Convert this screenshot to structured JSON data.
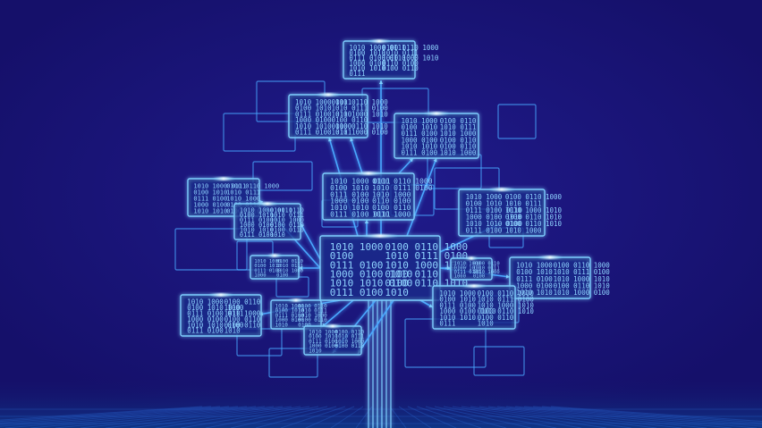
{
  "scene": {
    "subject": "binary-data-tree",
    "colors": {
      "background": "#15106a",
      "background_glow": "#1b1680",
      "line": "#4aa8ff",
      "line_bright": "#7fd0ff",
      "text": "#8fd4ff",
      "panel_fill": "#1a2a8a",
      "floor": "#0c2a6e"
    }
  },
  "panels": {
    "center": {
      "left": [
        "1010 1000",
        "0100",
        "0111 0100",
        "1000 0100 1010",
        "1010 1010 0100",
        "0111 0100"
      ],
      "right": [
        "0100 0110 1000",
        "1010 0111 0100",
        "1010 1000 1010",
        "0100 0110",
        "0100 0110 1010",
        "1010"
      ]
    },
    "top": {
      "left": [
        "1010 1000 0111",
        "0100 1010",
        "0111 0100 0110",
        "1000 0100",
        "1010 1010",
        "0111"
      ],
      "right": [
        "0100 0110 1000",
        "1010 0111",
        "1010 1000 1010",
        "0110 0100",
        "0100 0110",
        ""
      ]
    },
    "upper_left": {
      "left": [
        "1010 1000 0111",
        "0100 1010",
        "0111 0100 0110",
        "1000 0100",
        "1010 1010 0100",
        "0111 0100 0111"
      ],
      "right": [
        "0100 0110 1000",
        "1010 0111 0100",
        "1010 1000 1010",
        "0100 0110",
        "0100 0110 1010",
        "1010 1000 0100"
      ]
    },
    "upper_right": {
      "left": [
        "1010 1000",
        "0100 1010",
        "0111 0100",
        "1000 0100",
        "1010 1010",
        "0111 0100"
      ],
      "right": [
        "0100 0110",
        "1010 0111",
        "1010 1000",
        "0100 0110",
        "0100 0110",
        "1010 1000"
      ]
    },
    "mid_top": {
      "left": [
        "1010 1000 0111",
        "0100 1010",
        "0111 0100",
        "1000 0100",
        "1010 1010",
        "0111 0100 0111"
      ],
      "right": [
        "0100 0110 1000",
        "1010 0111 0100",
        "1010 1000",
        "0110 0100",
        "0100 0110",
        "1010 1000"
      ]
    },
    "left": {
      "left": [
        "1010 1000 0111",
        "0100 1010",
        "0111 0100",
        "1000 0100",
        "1010 1010"
      ],
      "right": [
        "0100 0110 1000",
        "1010 0111",
        "1010 1000",
        "0100 0110",
        "0100 0110"
      ]
    },
    "left_mid": {
      "left": [
        "1010 1000 0111",
        "0100 1010",
        "0111 0100",
        "1000 0100",
        "1010 1010",
        "0111 0100"
      ],
      "right": [
        "0100 0110",
        "1010 0111",
        "1010 1000",
        "0100 0110",
        "0100 0110",
        "1010"
      ]
    },
    "right_mid": {
      "left": [
        "1010 1000",
        "0100 1010",
        "0111 0100 0110",
        "1000 0100 1010",
        "1010 1010 0100",
        "0111 0100"
      ],
      "right": [
        "0100 0110 1000",
        "1010 0111",
        "1010 1000 1010",
        "0100 0110 1010",
        "0100 0110 1010",
        "1010 1000"
      ]
    },
    "far_right": {
      "left": [
        "1010 1000",
        "0100 1010",
        "0111 0100",
        "1000 0100",
        "1010 1010"
      ],
      "right": [
        "0100 0110 1000",
        "1010 0111 0100",
        "1010 1000 1010",
        "0100 0110 1010",
        "1010 1000 0100"
      ]
    },
    "lower_left": {
      "left": [
        "1010 1000",
        "0100 1010 1000",
        "0111 0100 0111",
        "1000 0100",
        "1010 1010 0100",
        "0111 0100"
      ],
      "right": [
        "0100 0110",
        "1010",
        "1010 1000",
        "0100 0110",
        "0100 0110",
        "1010"
      ]
    },
    "lower_right": {
      "left": [
        "1010 1000",
        "0100 1010",
        "0111 0100",
        "1000 0100 1010",
        "1010 1010",
        "0111"
      ],
      "right": [
        "0100 0110 1000",
        "1010 0111 0100",
        "1010 1000 1010",
        "0100 0110 1010",
        "0100 0110",
        "1010"
      ]
    },
    "small_left": {
      "left": [
        "1010 1000",
        "0100 1010",
        "0111 0100",
        "1000"
      ],
      "right": [
        "0100 0110",
        "1010 0111",
        "1010 1000",
        "0100"
      ]
    },
    "small_right": {
      "left": [
        "1010 1000",
        "0100 1010",
        "0111 0100",
        "1000"
      ],
      "right": [
        "0100 0110",
        "1010 0111",
        "1010 1000",
        "0100"
      ]
    },
    "bottom_left": {
      "left": [
        "1010 1000",
        "0100 1010",
        "0111 0100",
        "1000 0100",
        "1010"
      ],
      "right": [
        "0100 0110",
        "1010 0111",
        "1010 1000",
        "0100 0110",
        "0100"
      ]
    },
    "bottom_mid": {
      "left": [
        "1010 1000",
        "0100 1010",
        "0111 0100",
        "1000 0100",
        "1010"
      ],
      "right": [
        "0100 0110",
        "1010 0111",
        "1010 1000",
        "0100 0110",
        ""
      ]
    }
  }
}
